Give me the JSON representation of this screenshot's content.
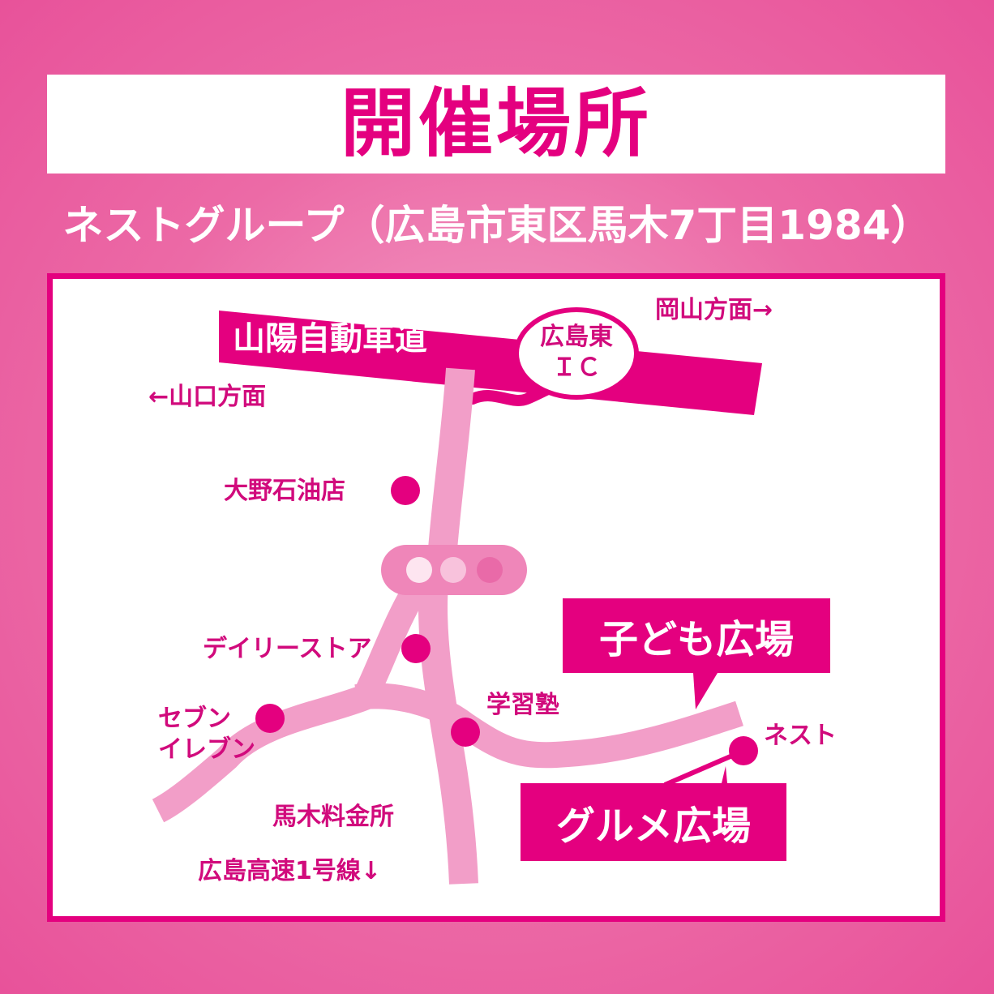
{
  "header": {
    "title": "開催場所",
    "address_line": "ネストグループ（広島市東区馬木7丁目1984）"
  },
  "map": {
    "expressway": "山陽自動車道",
    "interchange": [
      "広島東",
      "ＩＣ"
    ],
    "direction_east": "岡山方面→",
    "direction_west": "←山口方面",
    "landmarks": {
      "gas_station": "大野石油店",
      "daily_store": "デイリーストア",
      "seven_eleven": [
        "セブン",
        "イレブン"
      ],
      "cram_school": "学習塾",
      "nest": "ネスト"
    },
    "tollgate": "馬木料金所",
    "highway_south": "広島高速1号線↓",
    "venues": {
      "kids_area": "子ども広場",
      "gourmet_area": "グルメ広場"
    }
  },
  "colors": {
    "brand_magenta": "#e4007f",
    "road_pink": "#f29ec8",
    "background_pink": "#ec6aa6",
    "text_magenta": "#d10a7c"
  }
}
